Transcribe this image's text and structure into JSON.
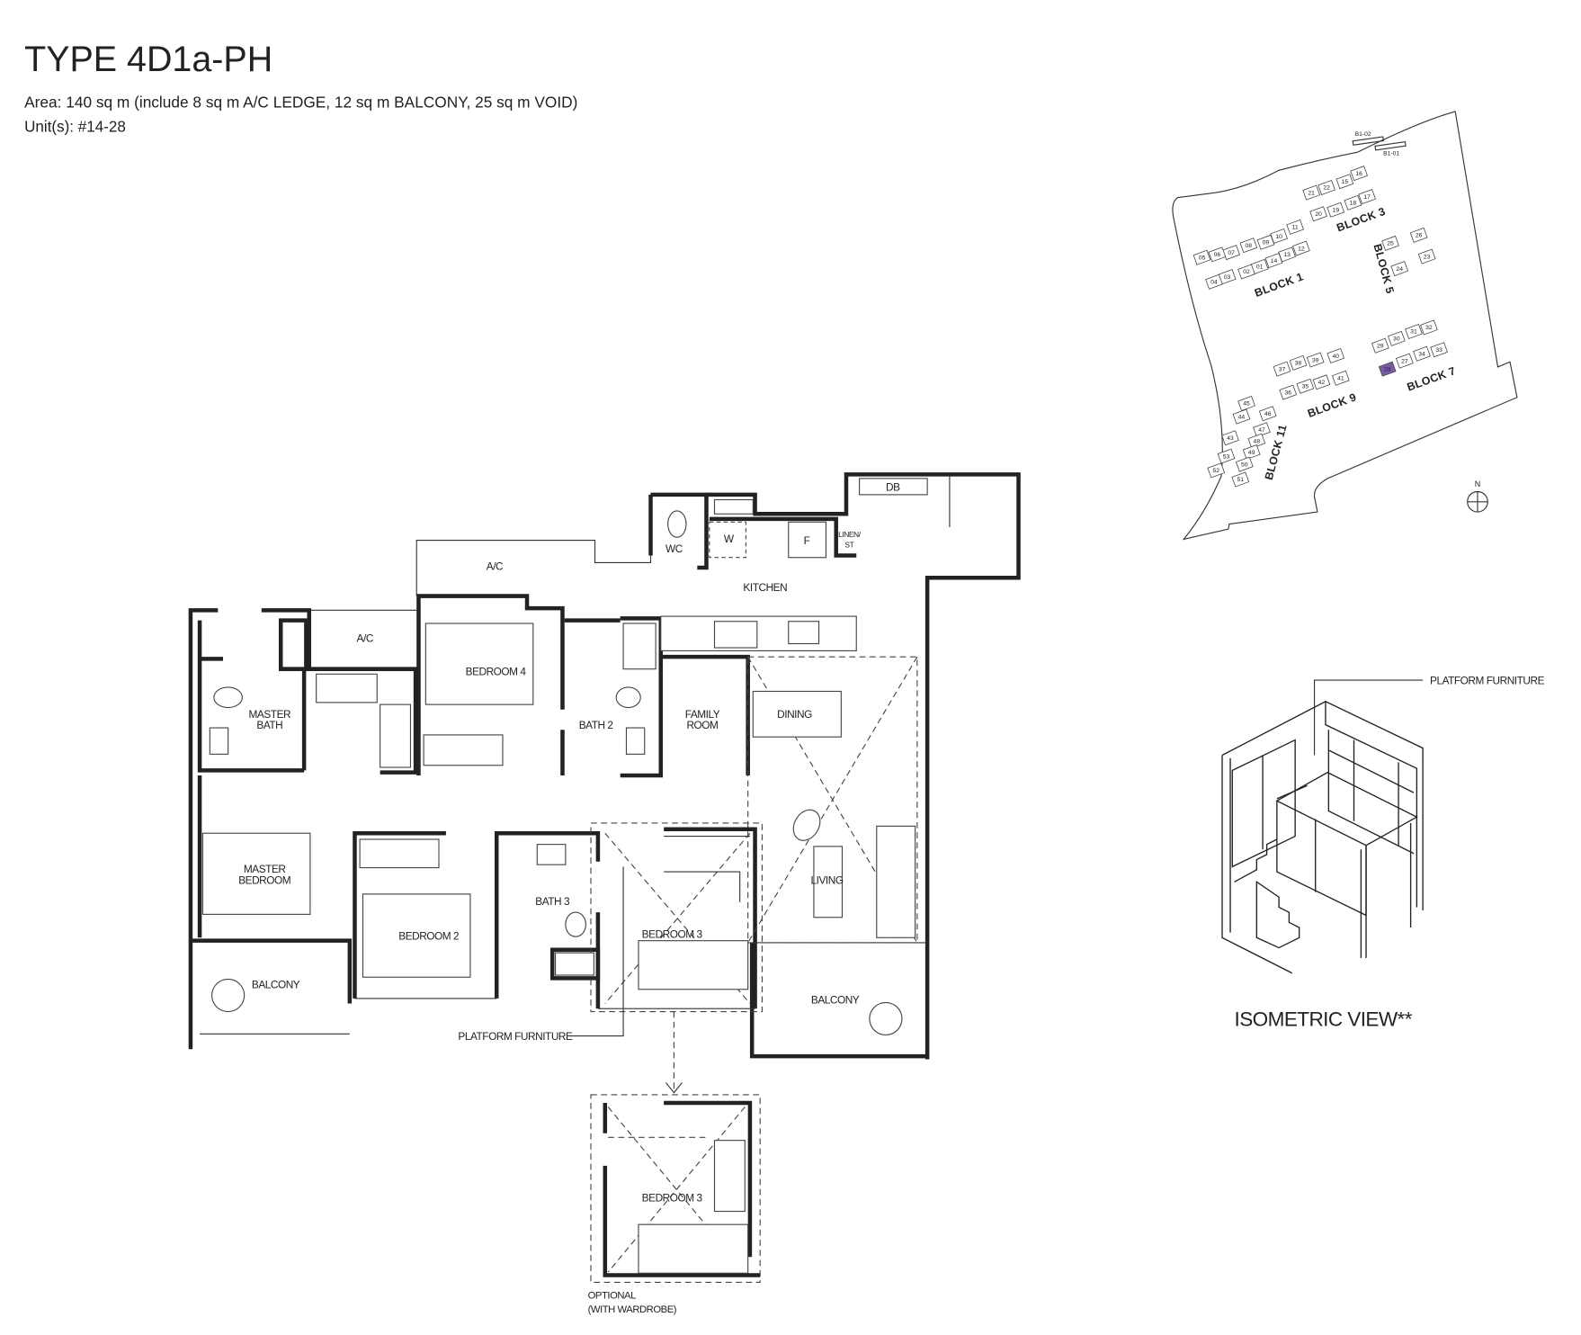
{
  "header": {
    "title": "TYPE 4D1a-PH",
    "area": "Area: 140 sq m (include 8 sq m A/C LEDGE, 12 sq m BALCONY, 25 sq m VOID)",
    "units": "Unit(s): #14-28"
  },
  "floor_plan": {
    "rooms": {
      "ac_upper": "A/C",
      "ac_lower": "A/C",
      "wc": "WC",
      "washer": "W",
      "fridge": "F",
      "linen_1": "LINEN/",
      "linen_2": "ST",
      "db": "DB",
      "kitchen": "KITCHEN",
      "master_bath_1": "MASTER",
      "master_bath_2": "BATH",
      "bedroom4": "BEDROOM 4",
      "bath2": "BATH 2",
      "family_1": "FAMILY",
      "family_2": "ROOM",
      "dining": "DINING",
      "living": "LIVING",
      "master_bedroom_1": "MASTER",
      "master_bedroom_2": "BEDROOM",
      "bedroom2": "BEDROOM 2",
      "bath3": "BATH 3",
      "bedroom3": "BEDROOM 3",
      "balcony_left": "BALCONY",
      "balcony_right": "BALCONY"
    },
    "platform_label": "PLATFORM FURNITURE",
    "optional": {
      "room": "BEDROOM 3",
      "note_1": "OPTIONAL",
      "note_2": "(WITH WARDROBE)"
    }
  },
  "site_plan": {
    "blocks": [
      "BLOCK 1",
      "BLOCK 3",
      "BLOCK 5",
      "BLOCK 7",
      "BLOCK 9",
      "BLOCK 11"
    ],
    "units": [
      "21",
      "22",
      "15",
      "16",
      "17",
      "18",
      "19",
      "20",
      "11",
      "10",
      "09",
      "08",
      "07",
      "06",
      "05",
      "04",
      "03",
      "02",
      "01",
      "14",
      "13",
      "12",
      "25",
      "24",
      "26",
      "23",
      "29",
      "30",
      "31",
      "32",
      "33",
      "34",
      "27",
      "28",
      "37",
      "38",
      "39",
      "40",
      "41",
      "42",
      "35",
      "36",
      "45",
      "46",
      "44",
      "47",
      "43",
      "48",
      "49",
      "53",
      "50",
      "52",
      "51"
    ],
    "b1": [
      "B1-02",
      "B1-01"
    ],
    "highlight_unit": "28",
    "highlight_color": "#7a5aa8",
    "north": "N"
  },
  "isometric": {
    "label": "PLATFORM FURNITURE",
    "title": "ISOMETRIC VIEW**"
  }
}
